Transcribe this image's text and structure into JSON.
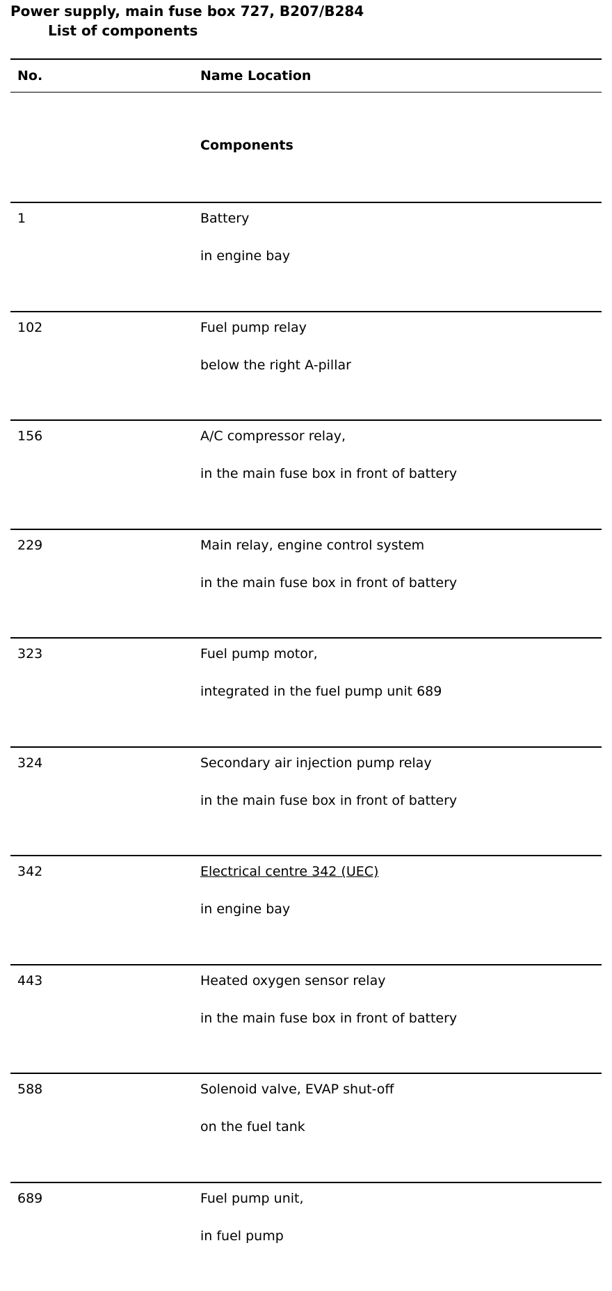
{
  "document": {
    "title": "Power supply, main fuse box 727, B207/B284",
    "subtitle": "List of components"
  },
  "table": {
    "headers": {
      "no": "No.",
      "name_location": "Name Location"
    },
    "section_label": "Components",
    "rows": [
      {
        "no": "1",
        "name": "Battery",
        "location": "in engine bay",
        "link": false
      },
      {
        "no": "102",
        "name": "Fuel pump relay",
        "location": "below the right A-pillar",
        "link": false
      },
      {
        "no": "156",
        "name": "A/C compressor relay,",
        "location": "in the main fuse box in front of battery",
        "link": false
      },
      {
        "no": "229",
        "name": "Main relay, engine control system",
        "location": "in the main fuse box in front of battery",
        "link": false
      },
      {
        "no": "323",
        "name": "Fuel pump motor,",
        "location": "integrated in the fuel pump unit 689",
        "link": false
      },
      {
        "no": "324",
        "name": "Secondary air injection pump relay",
        "location": "in the main fuse box in front of battery",
        "link": false
      },
      {
        "no": "342",
        "name": "Electrical centre 342 (UEC)",
        "location": "in engine bay",
        "link": true
      },
      {
        "no": "443",
        "name": "Heated oxygen sensor relay",
        "location": "in the main fuse box in front of battery",
        "link": false
      },
      {
        "no": "588",
        "name": "Solenoid valve, EVAP shut-off",
        "location": "on the fuel tank",
        "link": false
      },
      {
        "no": "689",
        "name": "Fuel pump unit,",
        "location": "in fuel pump",
        "link": false
      }
    ]
  }
}
